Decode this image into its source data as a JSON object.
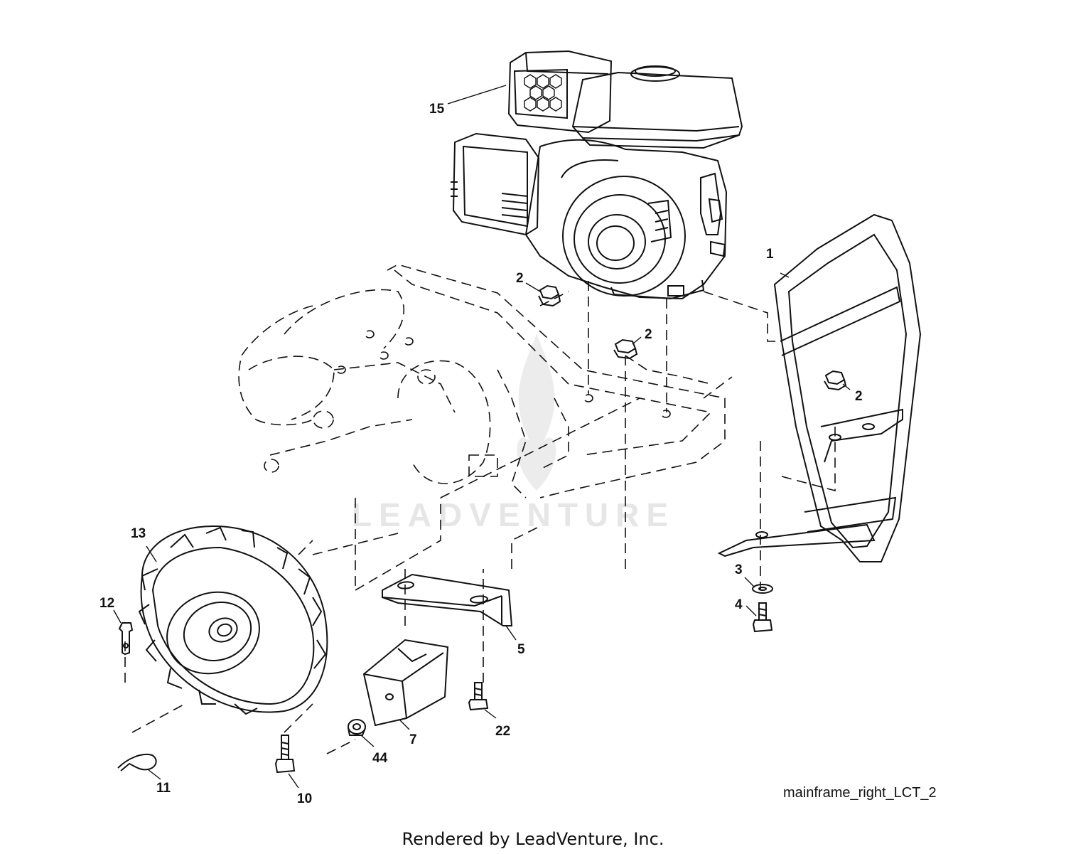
{
  "diagram": {
    "id_label": "mainframe_right_LCT_2",
    "footer": "Rendered by LeadVenture, Inc.",
    "watermark": "LEADVENTURE",
    "callouts": {
      "c15": "15",
      "c1": "1",
      "c2a": "2",
      "c2b": "2",
      "c2c": "2",
      "c13": "13",
      "c12": "12",
      "c11": "11",
      "c10": "10",
      "c44": "44",
      "c7": "7",
      "c22": "22",
      "c5": "5",
      "c3": "3",
      "c4": "4"
    }
  }
}
